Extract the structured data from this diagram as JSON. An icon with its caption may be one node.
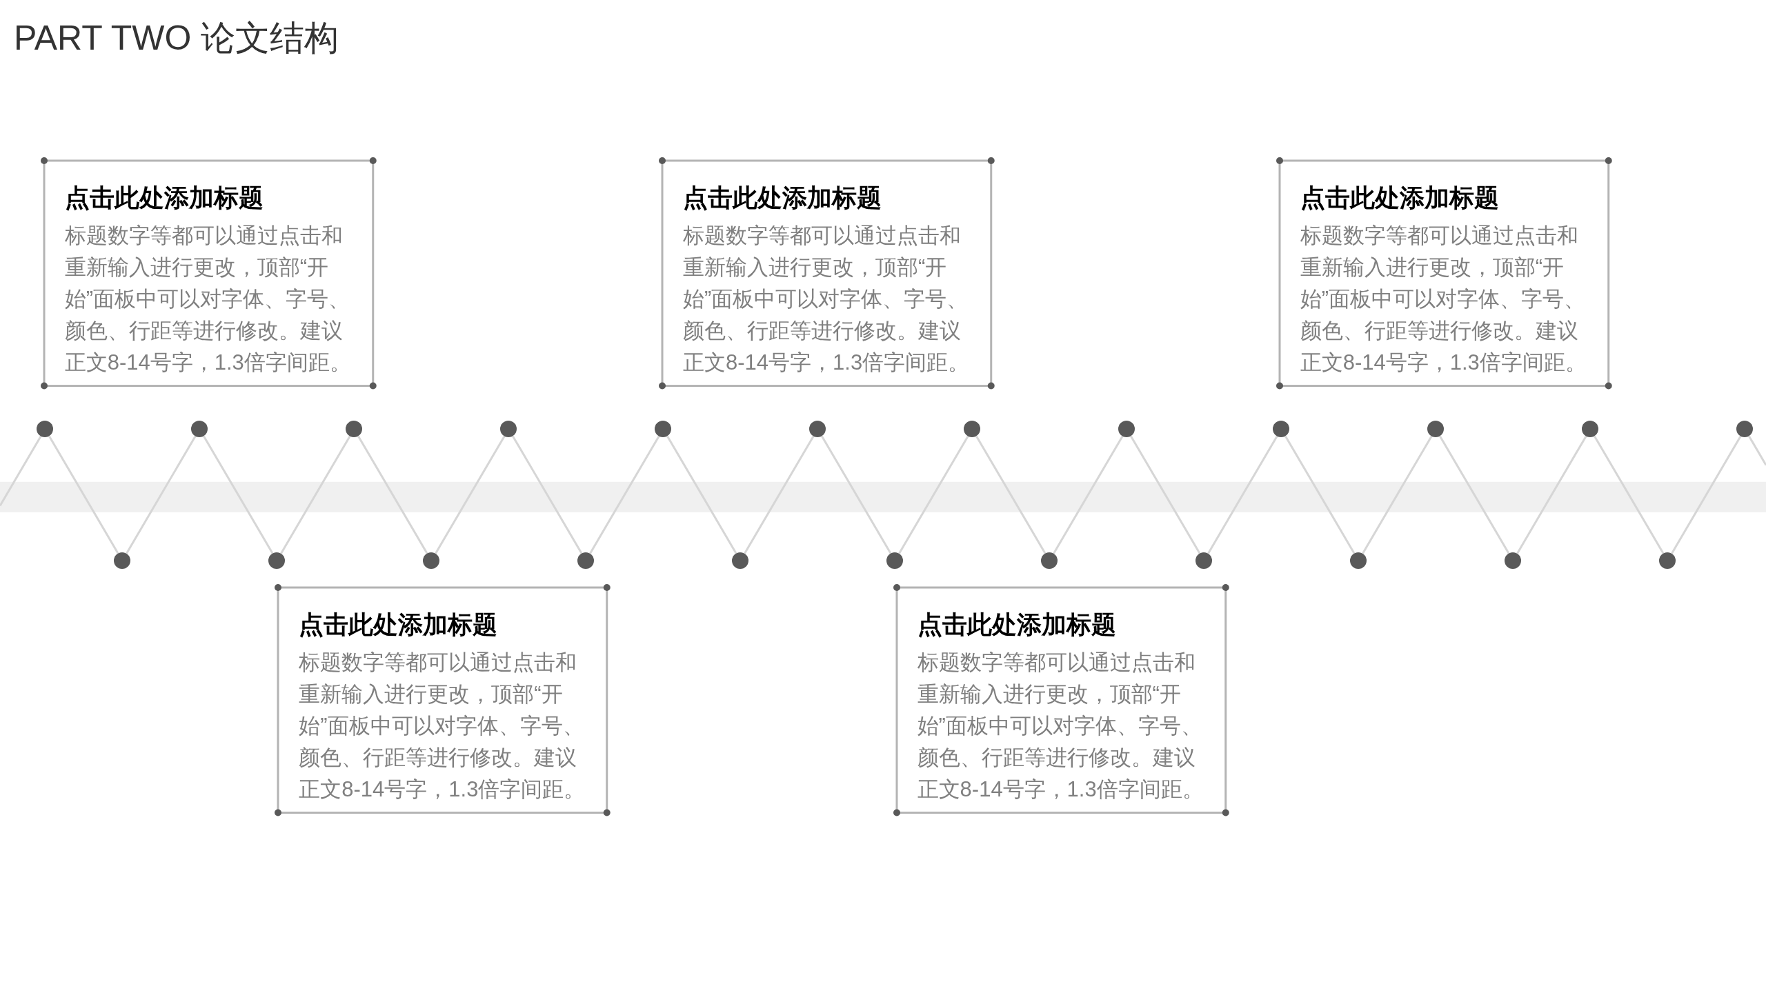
{
  "diagram": {
    "title": "PART TWO 论文结构",
    "nodes": [
      {
        "text": [
          "点击此处添加标题",
          "标题数字等都可以通过点击和重新输入进行更改，顶部“开始”面板中可以对字体、字号、颜色、行距等进行修改。建议正文8-14号字，1.3倍字间距。"
        ]
      },
      {
        "text": [
          "点击此处添加标题",
          "标题数字等都可以通过点击和重新输入进行更改，顶部“开始”面板中可以对字体、字号、颜色、行距等进行修改。建议正文8-14号字，1.3倍字间距。"
        ]
      },
      {
        "text": [
          "点击此处添加标题",
          "标题数字等都可以通过点击和重新输入进行更改，顶部“开始”面板中可以对字体、字号、颜色、行距等进行修改。建议正文8-14号字，1.3倍字间距。"
        ]
      },
      {
        "text": [
          "点击此处添加标题",
          "标题数字等都可以通过点击和重新输入进行更改，顶部“开始”面板中可以对字体、字号、颜色、行距等进行修改。建议正文8-14号字，1.3倍字间距。"
        ]
      },
      {
        "text": [
          "点击此处添加标题",
          "标题数字等都可以通过点击和重新输入进行更改，顶部“开始”面板中可以对字体、字号、颜色、行距等进行修改。建议正文8-14号字，1.3倍字间距。"
        ]
      },
      {
        "text": [],
        "shape": "circle"
      },
      {
        "text": [],
        "shape": "circle"
      },
      {
        "text": [],
        "shape": "circle"
      },
      {
        "text": [],
        "shape": "circle"
      },
      {
        "text": [],
        "shape": "circle"
      },
      {
        "text": [],
        "shape": "circle"
      },
      {
        "text": [],
        "shape": "circle"
      },
      {
        "text": [],
        "shape": "circle"
      },
      {
        "text": [],
        "shape": "circle"
      },
      {
        "text": [],
        "shape": "circle"
      },
      {
        "text": [],
        "shape": "circle"
      },
      {
        "text": [],
        "shape": "circle"
      },
      {
        "text": [],
        "shape": "circle"
      },
      {
        "text": [],
        "shape": "circle"
      },
      {
        "text": [],
        "shape": "circle"
      },
      {
        "text": [],
        "shape": "circle"
      },
      {
        "text": [],
        "shape": "circle"
      },
      {
        "text": [],
        "shape": "circle"
      },
      {
        "text": [],
        "shape": "circle"
      },
      {
        "text": [],
        "shape": "circle"
      },
      {
        "text": [],
        "shape": "circle"
      },
      {
        "text": [],
        "shape": "circle"
      },
      {
        "text": [],
        "shape": "circle"
      }
    ],
    "edges": [
      {
        "from": null,
        "to": 5,
        "arrow": "none"
      },
      {
        "from": 5,
        "to": 6,
        "arrow": "none"
      },
      {
        "from": 6,
        "to": 7,
        "arrow": "none"
      },
      {
        "from": 7,
        "to": 8,
        "arrow": "none"
      },
      {
        "from": 8,
        "to": 9,
        "arrow": "none"
      },
      {
        "from": 9,
        "to": 10,
        "arrow": "none"
      },
      {
        "from": 10,
        "to": 11,
        "arrow": "none"
      },
      {
        "from": 11,
        "to": 12,
        "arrow": "none"
      },
      {
        "from": 12,
        "to": 13,
        "arrow": "none"
      },
      {
        "from": 13,
        "to": 14,
        "arrow": "none"
      },
      {
        "from": 14,
        "to": 15,
        "arrow": "none"
      },
      {
        "from": 15,
        "to": 16,
        "arrow": "none"
      },
      {
        "from": 16,
        "to": 17,
        "arrow": "none"
      },
      {
        "from": 17,
        "to": 18,
        "arrow": "none"
      },
      {
        "from": 18,
        "to": 19,
        "arrow": "none"
      },
      {
        "from": 19,
        "to": 20,
        "arrow": "none"
      },
      {
        "from": 20,
        "to": 21,
        "arrow": "none"
      },
      {
        "from": 21,
        "to": 22,
        "arrow": "none"
      },
      {
        "from": 22,
        "to": 23,
        "arrow": "none"
      },
      {
        "from": 23,
        "to": 24,
        "arrow": "none"
      },
      {
        "from": 24,
        "to": 25,
        "arrow": "none"
      },
      {
        "from": 25,
        "to": 26,
        "arrow": "none"
      },
      {
        "from": 26,
        "to": 27,
        "arrow": "none"
      },
      {
        "from": 27,
        "to": null,
        "arrow": "none"
      }
    ]
  }
}
